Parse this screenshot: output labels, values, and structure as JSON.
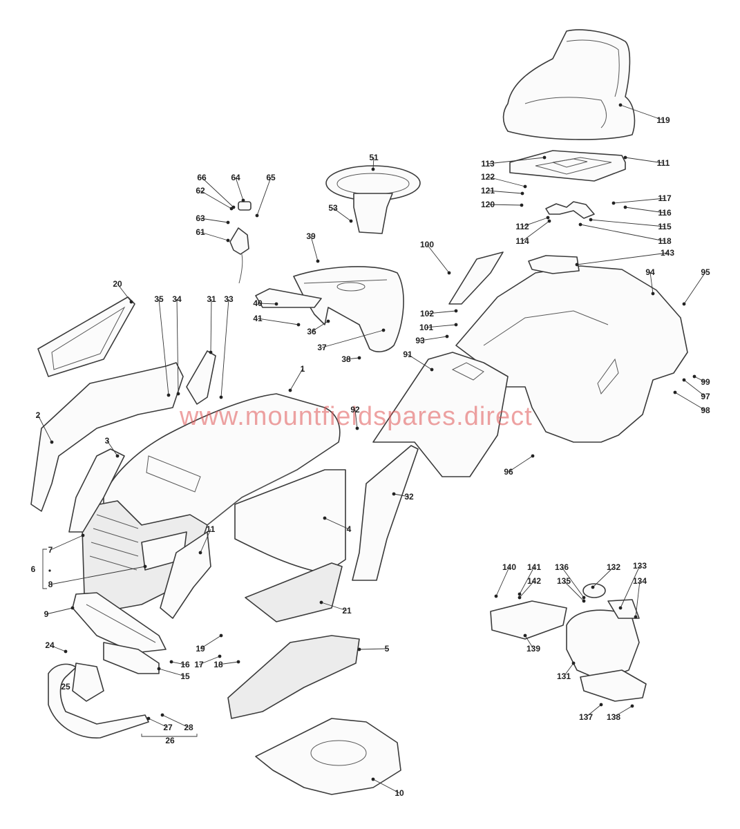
{
  "diagram": {
    "watermark": "www.mountfieldspares.direct",
    "labels": [
      "1",
      "2",
      "3",
      "4",
      "5",
      "6",
      "7",
      "8",
      "9",
      "10",
      "11",
      "15",
      "16",
      "17",
      "18",
      "19",
      "20",
      "21",
      "24",
      "25",
      "26",
      "27",
      "28",
      "31",
      "32",
      "33",
      "34",
      "35",
      "36",
      "37",
      "38",
      "39",
      "40",
      "41",
      "51",
      "53",
      "61",
      "62",
      "63",
      "64",
      "65",
      "66",
      "91",
      "92",
      "93",
      "94",
      "95",
      "96",
      "97",
      "98",
      "99",
      "100",
      "101",
      "102",
      "111",
      "112",
      "113",
      "114",
      "115",
      "116",
      "117",
      "118",
      "119",
      "120",
      "121",
      "122",
      "131",
      "132",
      "133",
      "134",
      "135",
      "136",
      "137",
      "138",
      "139",
      "140",
      "141",
      "142",
      "143"
    ]
  }
}
